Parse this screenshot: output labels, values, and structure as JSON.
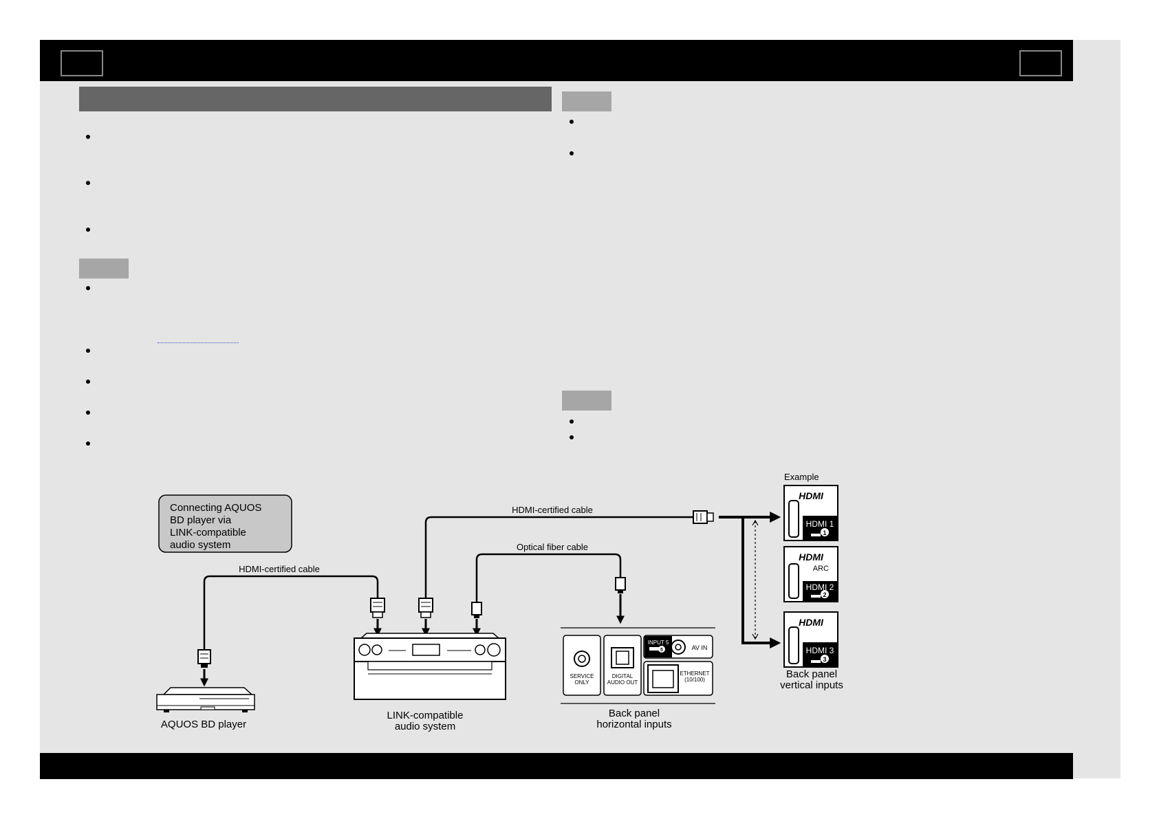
{
  "callout": {
    "lines": [
      "Connecting AQUOS",
      "BD player via",
      "LINK-compatible",
      "audio system"
    ]
  },
  "cables": {
    "hdmi_left": "HDMI-certified cable",
    "hdmi_top": "HDMI-certified cable",
    "optical": "Optical fiber cable"
  },
  "devices": {
    "bd_player": "AQUOS BD player",
    "audio_system": [
      "LINK-compatible",
      "audio system"
    ]
  },
  "back_panel_horizontal": {
    "labels": [
      "Back panel",
      "horizontal inputs"
    ],
    "ports": {
      "service": [
        "SERVICE",
        "ONLY"
      ],
      "digital_audio": [
        "DIGITAL",
        "AUDIO OUT"
      ],
      "input5": "INPUT 5",
      "av_in": "AV IN",
      "ethernet": [
        "ETHERNET",
        "(10/100)"
      ]
    }
  },
  "back_panel_vertical": {
    "example": "Example",
    "labels": [
      "Back panel",
      "vertical inputs"
    ],
    "hdmi_logo": "HDMI",
    "hdmi1": "HDMI 1",
    "hdmi2": "HDMI 2",
    "hdmi3": "HDMI 3",
    "arc": "ARC",
    "badges": [
      "1",
      "2",
      "3"
    ],
    "input5_badge": "5"
  },
  "colors": {
    "page_bg": "#e5e5e5",
    "bar": "#000000",
    "section_header": "#666666",
    "tag": "#a6a6a6",
    "callout_fill": "#c8c8c8"
  }
}
